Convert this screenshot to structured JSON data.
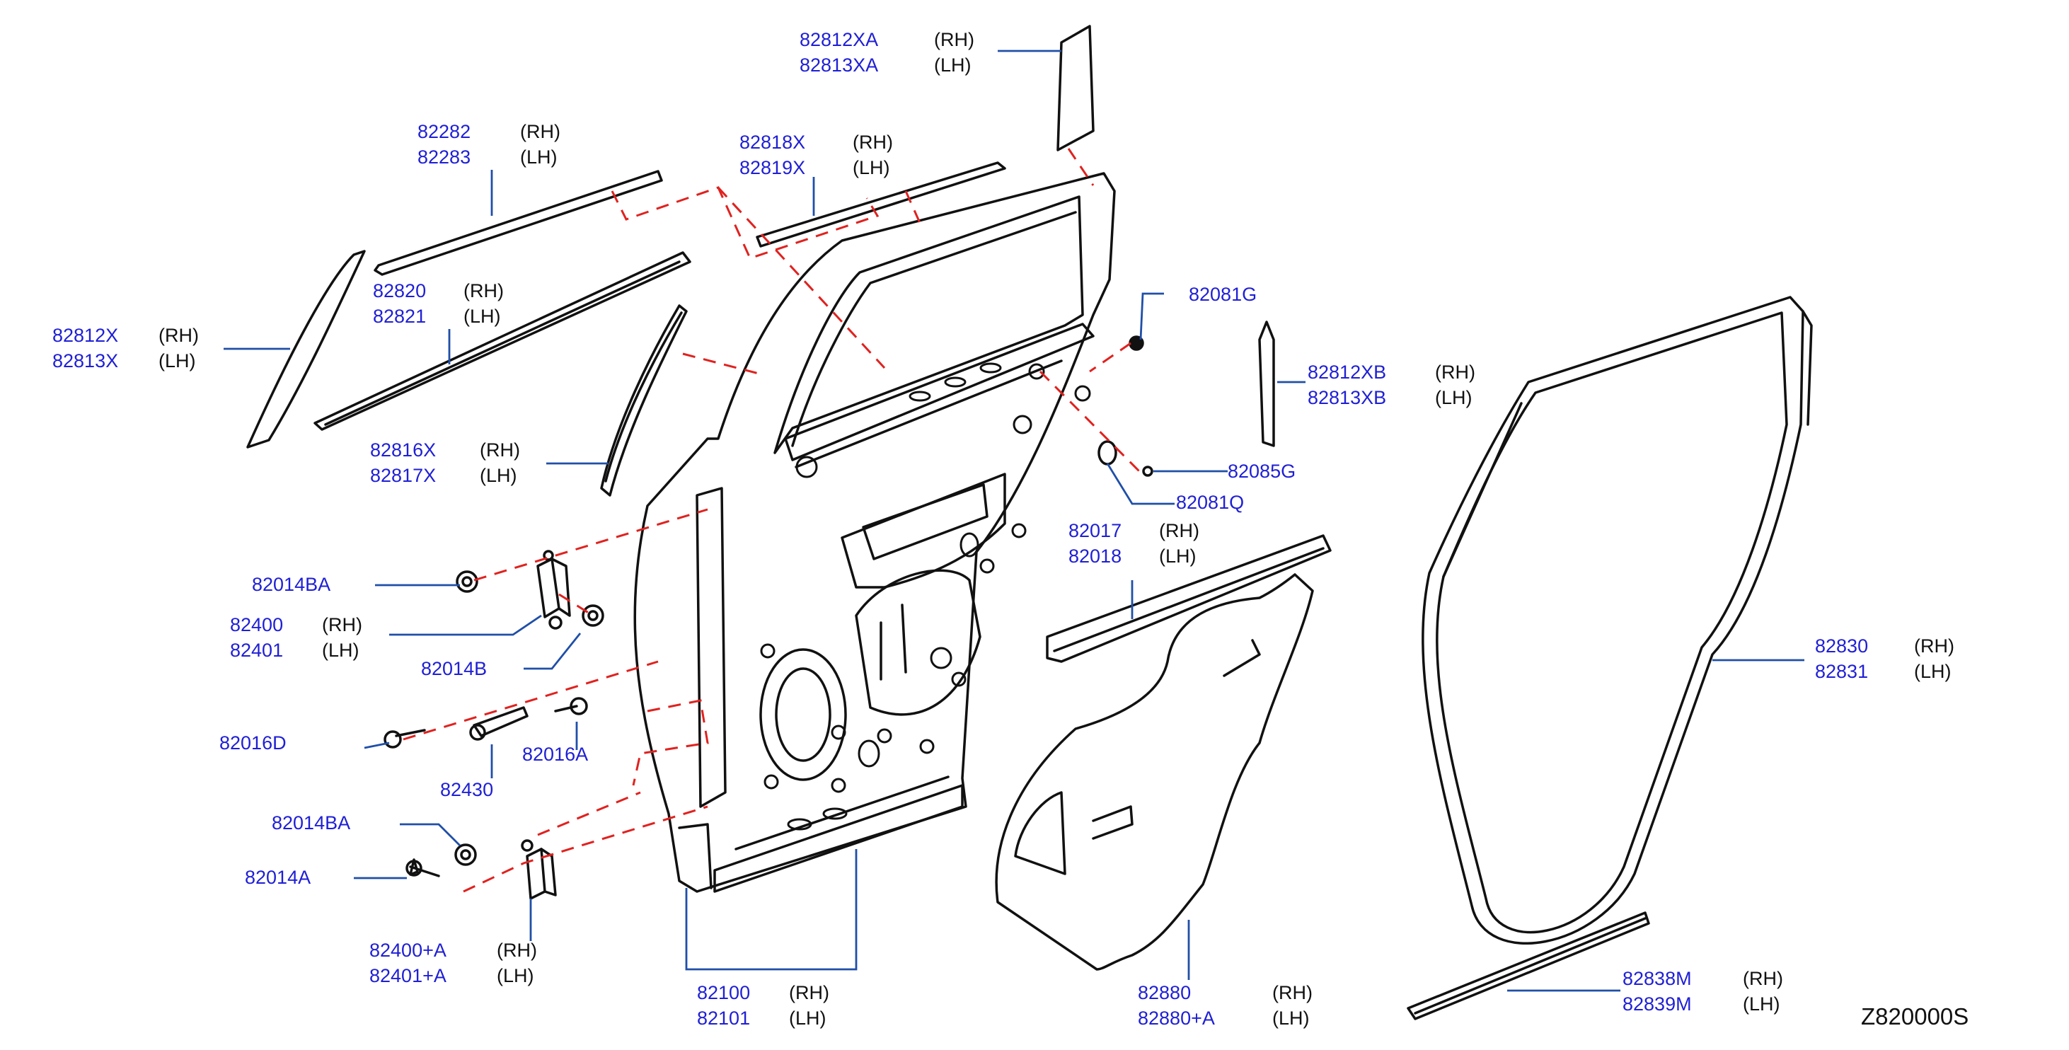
{
  "diagram_code": "Z820000S",
  "colors": {
    "part_number": "#1f1fd6",
    "leader_line": "#1f4fa8",
    "dashed_line": "#e0221f",
    "outline": "#111111"
  },
  "callouts": [
    {
      "id": "c1",
      "lines": [
        [
          "82812XA",
          "(RH)"
        ],
        [
          "82813XA",
          "(LH)"
        ]
      ]
    },
    {
      "id": "c2",
      "lines": [
        [
          "82282",
          "(RH)"
        ],
        [
          "82283",
          "(LH)"
        ]
      ]
    },
    {
      "id": "c3",
      "lines": [
        [
          "82818X",
          "(RH)"
        ],
        [
          "82819X",
          "(LH)"
        ]
      ]
    },
    {
      "id": "c4",
      "lines": [
        [
          "82081G",
          ""
        ]
      ]
    },
    {
      "id": "c5",
      "lines": [
        [
          "82820",
          "(RH)"
        ],
        [
          "82821",
          "(LH)"
        ]
      ]
    },
    {
      "id": "c6",
      "lines": [
        [
          "82812X",
          "(RH)"
        ],
        [
          "82813X",
          "(LH)"
        ]
      ]
    },
    {
      "id": "c7",
      "lines": [
        [
          "82812XB",
          "(RH)"
        ],
        [
          "82813XB",
          "(LH)"
        ]
      ]
    },
    {
      "id": "c8",
      "lines": [
        [
          "82816X",
          "(RH)"
        ],
        [
          "82817X",
          "(LH)"
        ]
      ]
    },
    {
      "id": "c9",
      "lines": [
        [
          "82085G",
          ""
        ]
      ]
    },
    {
      "id": "c10",
      "lines": [
        [
          "82081Q",
          ""
        ]
      ]
    },
    {
      "id": "c11",
      "lines": [
        [
          "82017",
          "(RH)"
        ],
        [
          "82018",
          "(LH)"
        ]
      ]
    },
    {
      "id": "c12",
      "lines": [
        [
          "82014BA",
          ""
        ]
      ]
    },
    {
      "id": "c13",
      "lines": [
        [
          "82400",
          "(RH)"
        ],
        [
          "82401",
          "(LH)"
        ]
      ]
    },
    {
      "id": "c14",
      "lines": [
        [
          "82014B",
          ""
        ]
      ]
    },
    {
      "id": "c15",
      "lines": [
        [
          "82830",
          "(RH)"
        ],
        [
          "82831",
          "(LH)"
        ]
      ]
    },
    {
      "id": "c16",
      "lines": [
        [
          "82016D",
          ""
        ]
      ]
    },
    {
      "id": "c17",
      "lines": [
        [
          "82016A",
          ""
        ]
      ]
    },
    {
      "id": "c18",
      "lines": [
        [
          "82430",
          ""
        ]
      ]
    },
    {
      "id": "c19",
      "lines": [
        [
          "82014BA",
          ""
        ]
      ]
    },
    {
      "id": "c20",
      "lines": [
        [
          "82014A",
          ""
        ]
      ]
    },
    {
      "id": "c21",
      "lines": [
        [
          "82400+A",
          "(RH)"
        ],
        [
          "82401+A",
          "(LH)"
        ]
      ]
    },
    {
      "id": "c22",
      "lines": [
        [
          "82100",
          "(RH)"
        ],
        [
          "82101",
          "(LH)"
        ]
      ]
    },
    {
      "id": "c23",
      "lines": [
        [
          "82880",
          "(RH)"
        ],
        [
          "82880+A",
          "(LH)"
        ]
      ]
    },
    {
      "id": "c24",
      "lines": [
        [
          "82838M",
          "(RH)"
        ],
        [
          "82839M",
          "(LH)"
        ]
      ]
    }
  ]
}
